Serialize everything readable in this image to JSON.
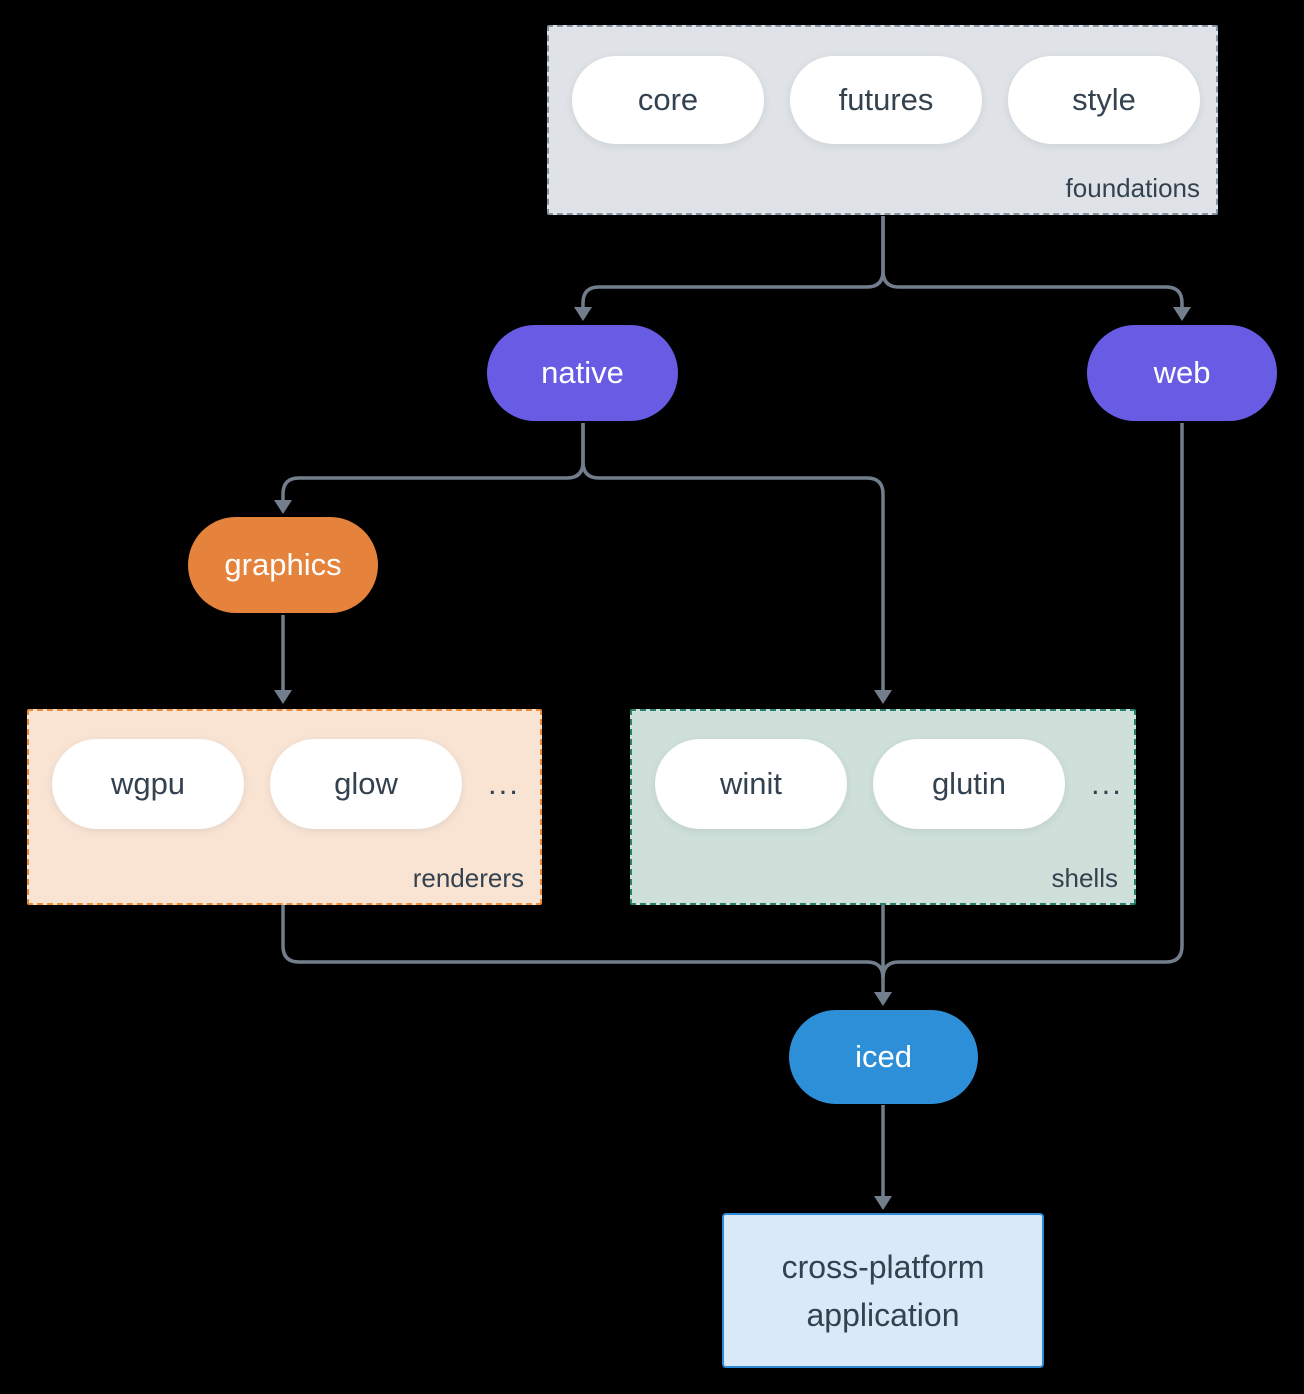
{
  "colors": {
    "background": "#000000",
    "line": "#727E8C",
    "purple": "#685CE5",
    "orange": "#E5823B",
    "blue": "#2E8FD9",
    "slate": "#344250",
    "foundationsFill": "#DFE3E7",
    "foundationsBorder": "#8595A5",
    "renderersFill": "#F9E4D4",
    "renderersBorder": "#EC8C3A",
    "shellsFill": "#CFE0DA",
    "shellsBorder": "#26806C",
    "appFill": "#D9E9F8",
    "appBorder": "#2F8AD6"
  },
  "groups": {
    "foundations": {
      "label": "foundations",
      "pills": [
        "core",
        "futures",
        "style"
      ]
    },
    "renderers": {
      "label": "renderers",
      "pills": [
        "wgpu",
        "glow"
      ],
      "ellipsis": "..."
    },
    "shells": {
      "label": "shells",
      "pills": [
        "winit",
        "glutin"
      ],
      "ellipsis": "..."
    }
  },
  "nodes": {
    "native": "native",
    "web": "web",
    "graphics": "graphics",
    "iced": "iced"
  },
  "application": {
    "line1": "cross-platform",
    "line2": "application"
  }
}
